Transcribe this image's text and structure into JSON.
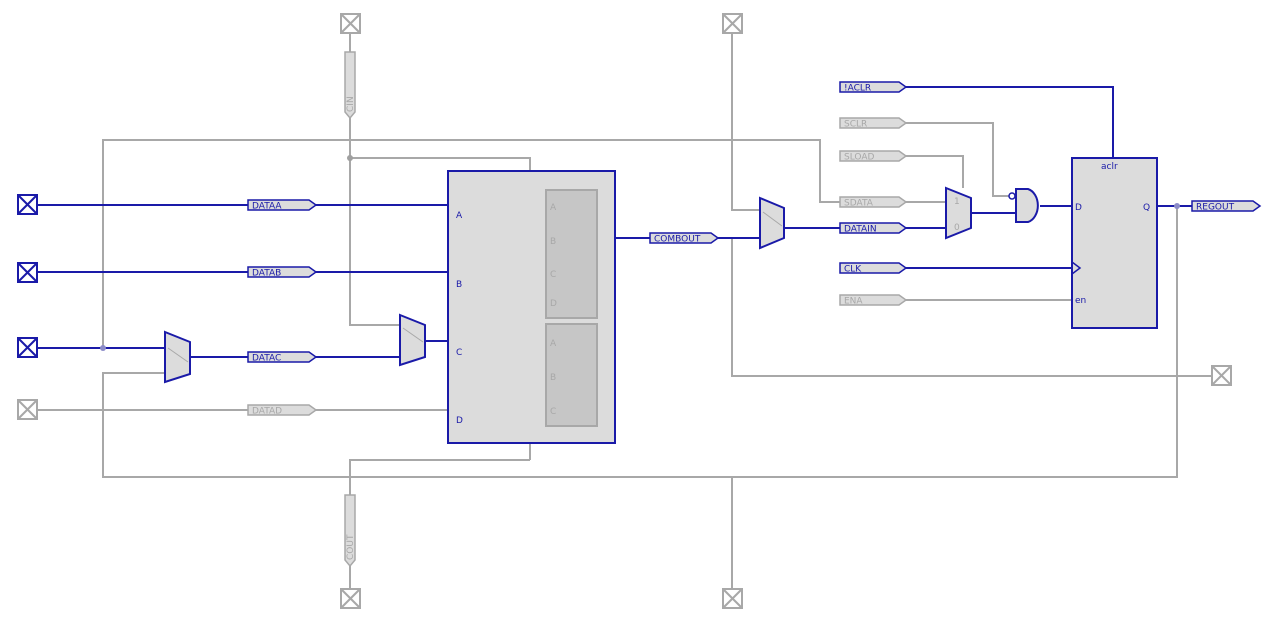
{
  "colors": {
    "active": "#1a1aa8",
    "inactive": "#a8a8a8",
    "fill": "#dcdcdc",
    "fill_dark": "#c6c6c6",
    "text_active": "#1a1aa8",
    "text_inactive": "#a8a8a8"
  },
  "lut": {
    "ports": [
      "A",
      "B",
      "C",
      "D"
    ],
    "upper_inputs": [
      "A",
      "B",
      "C",
      "D"
    ],
    "lower_inputs": [
      "A",
      "B",
      "C"
    ]
  },
  "nets": {
    "dataa": "DATAA",
    "datab": "DATAB",
    "datac": "DATAC",
    "datad": "DATAD",
    "cin": "CIN",
    "cout": "COUT",
    "combout": "COMBOUT",
    "aclr": "!ACLR",
    "sclr": "SCLR",
    "sload": "SLOAD",
    "sdata": "SDATA",
    "datain": "DATAIN",
    "clk": "CLK",
    "ena": "ENA",
    "regout": "REGOUT"
  },
  "sload_mux": {
    "sel_one": "1",
    "sel_zero": "0"
  },
  "dff": {
    "aclr": "aclr",
    "d": "D",
    "q": "Q",
    "en": "en"
  }
}
